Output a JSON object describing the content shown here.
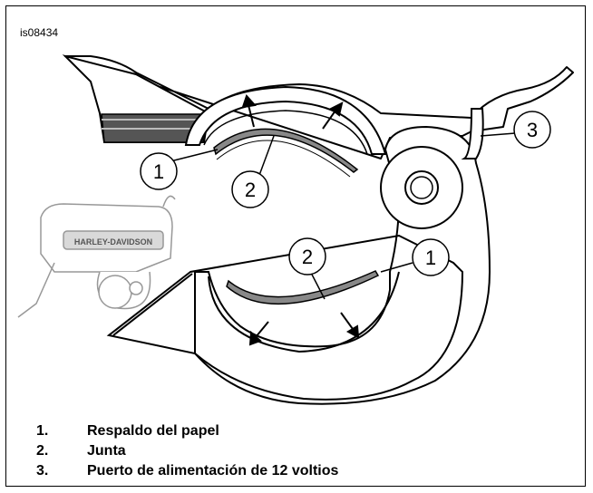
{
  "figure": {
    "id": "is08434"
  },
  "callouts": [
    {
      "number": "1"
    },
    {
      "number": "2"
    },
    {
      "number": "2"
    },
    {
      "number": "1"
    },
    {
      "number": "3"
    }
  ],
  "legend": [
    {
      "number": "1.",
      "text": "Respaldo del papel"
    },
    {
      "number": "2.",
      "text": "Junta"
    },
    {
      "number": "3.",
      "text": "Puerto de alimentación de 12 voltios"
    }
  ],
  "inset_logo_text": "HARLEY-DAVIDSON"
}
